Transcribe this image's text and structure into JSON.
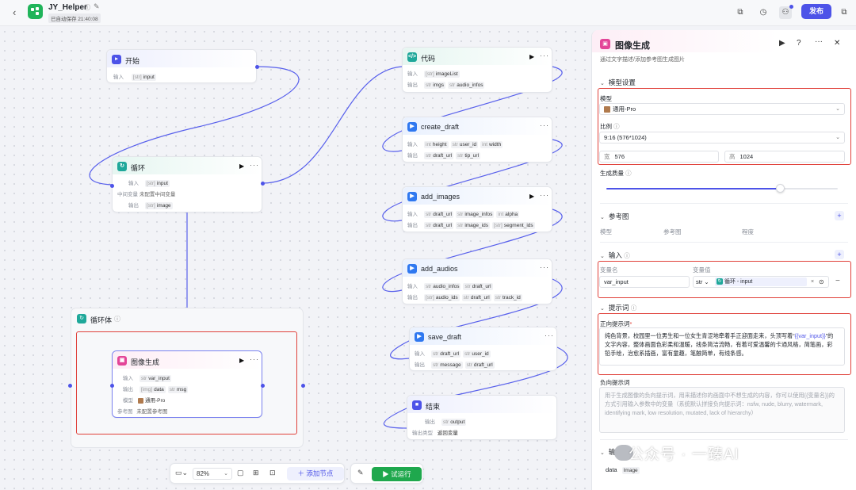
{
  "topbar": {
    "app_name": "JY_Helper",
    "autosave": "已自动保存 21:40:08",
    "publish_label": "发布"
  },
  "nodes": {
    "start": {
      "title": "开始",
      "input_label": "输入",
      "input_chip_type": "[str]",
      "input_chip": "input"
    },
    "loop": {
      "title": "循环",
      "input_label": "输入",
      "input_chip_type": "[str]",
      "input_chip": "input",
      "mid_label": "中间变量",
      "mid_value": "未配置中间变量",
      "output_label": "输出",
      "output_chip_type": "[str]",
      "output_chip": "image"
    },
    "code": {
      "title": "代码",
      "input_label": "输入",
      "inputs": [
        {
          "t": "[str]",
          "n": "imageList"
        }
      ],
      "output_label": "输出",
      "outputs": [
        {
          "t": "str",
          "n": "imgs"
        },
        {
          "t": "str",
          "n": "audio_infos"
        }
      ]
    },
    "create_draft": {
      "title": "create_draft",
      "input_label": "输入",
      "inputs": [
        {
          "t": "int",
          "n": "height"
        },
        {
          "t": "str",
          "n": "user_id"
        },
        {
          "t": "int",
          "n": "width"
        }
      ],
      "output_label": "输出",
      "outputs": [
        {
          "t": "str",
          "n": "draft_url"
        },
        {
          "t": "str",
          "n": "tip_url"
        }
      ]
    },
    "add_images": {
      "title": "add_images",
      "input_label": "输入",
      "inputs": [
        {
          "t": "str",
          "n": "draft_url"
        },
        {
          "t": "str",
          "n": "image_infos"
        },
        {
          "t": "int",
          "n": "alpha"
        }
      ],
      "output_label": "输出",
      "outputs": [
        {
          "t": "str",
          "n": "draft_url"
        },
        {
          "t": "str",
          "n": "image_ids"
        },
        {
          "t": "[str]",
          "n": "segment_ids"
        }
      ]
    },
    "add_audios": {
      "title": "add_audios",
      "input_label": "输入",
      "inputs": [
        {
          "t": "str",
          "n": "audio_infos"
        },
        {
          "t": "str",
          "n": "draft_url"
        }
      ],
      "output_label": "输出",
      "outputs": [
        {
          "t": "[str]",
          "n": "audio_ids"
        },
        {
          "t": "str",
          "n": "draft_url"
        },
        {
          "t": "str",
          "n": "track_id"
        }
      ]
    },
    "save_draft": {
      "title": "save_draft",
      "input_label": "输入",
      "inputs": [
        {
          "t": "str",
          "n": "draft_url"
        },
        {
          "t": "str",
          "n": "user_id"
        }
      ],
      "output_label": "输出",
      "outputs": [
        {
          "t": "str",
          "n": "message"
        },
        {
          "t": "str",
          "n": "draft_url"
        }
      ]
    },
    "end": {
      "title": "结束",
      "output_label": "输出",
      "output_chip_type": "str",
      "output_chip": "output",
      "type_label": "输出类型",
      "type_value": "返回变量"
    },
    "loop_body": {
      "title": "循环体"
    },
    "image_gen": {
      "title": "图像生成",
      "input_label": "输入",
      "input_chip_type": "str",
      "input_chip": "var_input",
      "output_label": "输出",
      "outputs": [
        {
          "t": "[img]",
          "n": "data"
        },
        {
          "t": "str",
          "n": "msg"
        }
      ],
      "model_label": "模型",
      "model_value": "通用-Pro",
      "ref_label": "参考图",
      "ref_value": "未配置参考图"
    }
  },
  "bottom_toolbar": {
    "zoom": "82%",
    "add_node_label": "添加节点",
    "test_run_label": "试运行"
  },
  "panel": {
    "title": "图像生成",
    "subtitle": "通过文字描述/添加参考图生成图片",
    "model_section": "模型设置",
    "model_label": "模型",
    "model_value": "通用-Pro",
    "ratio_label": "比例",
    "ratio_value": "9:16 (576*1024)",
    "width_prefix": "宽",
    "width_value": "576",
    "height_prefix": "高",
    "height_value": "1024",
    "quality_label": "生成质量",
    "quality_level": 0.75,
    "ref_section": "参考图",
    "ref_cols": [
      "模型",
      "参考图",
      "程度"
    ],
    "input_section": "输入",
    "var_name_header": "变量名",
    "var_value_header": "变量值",
    "var_name": "var_input",
    "var_type": "str",
    "var_value": "循环 - input",
    "prompt_section": "提示词",
    "positive_label": "正向提示词",
    "positive_text_a": "纯色背景，校园里一位男生和一位女生青涩地牵着手正迎面走来，头顶写着“",
    "positive_var": "{{var_input}}",
    "positive_text_b": "”的文字内容，整体画面色彩柔和温暖，线条简洁流畅，有着可爱温馨的卡通风格，简笔画，彩铅手绘，治愈系插画，富有童趣，笔触简单，有线条感。",
    "negative_label": "负向提示词",
    "negative_placeholder": "用于生成图像的负向提示词，用来描述你的画面中不想生成的内容，你可以使用{{变量名}}的方式引用输入参数中的变量（系统默认拼接负向提示词：nsfw, nude, blurry, watermark, identifying mark, low resolution, mutated, lack of hierarchy）",
    "output_section": "输出",
    "output_var": "data",
    "output_type": "Image"
  },
  "watermark": "公众号 · 一臻AI",
  "colors": {
    "accent": "#4d53e8",
    "run_green": "#1fa84d",
    "highlight_red": "#e0413a",
    "image_gen": "#e34598",
    "plugin_blue": "#2f78f0"
  }
}
